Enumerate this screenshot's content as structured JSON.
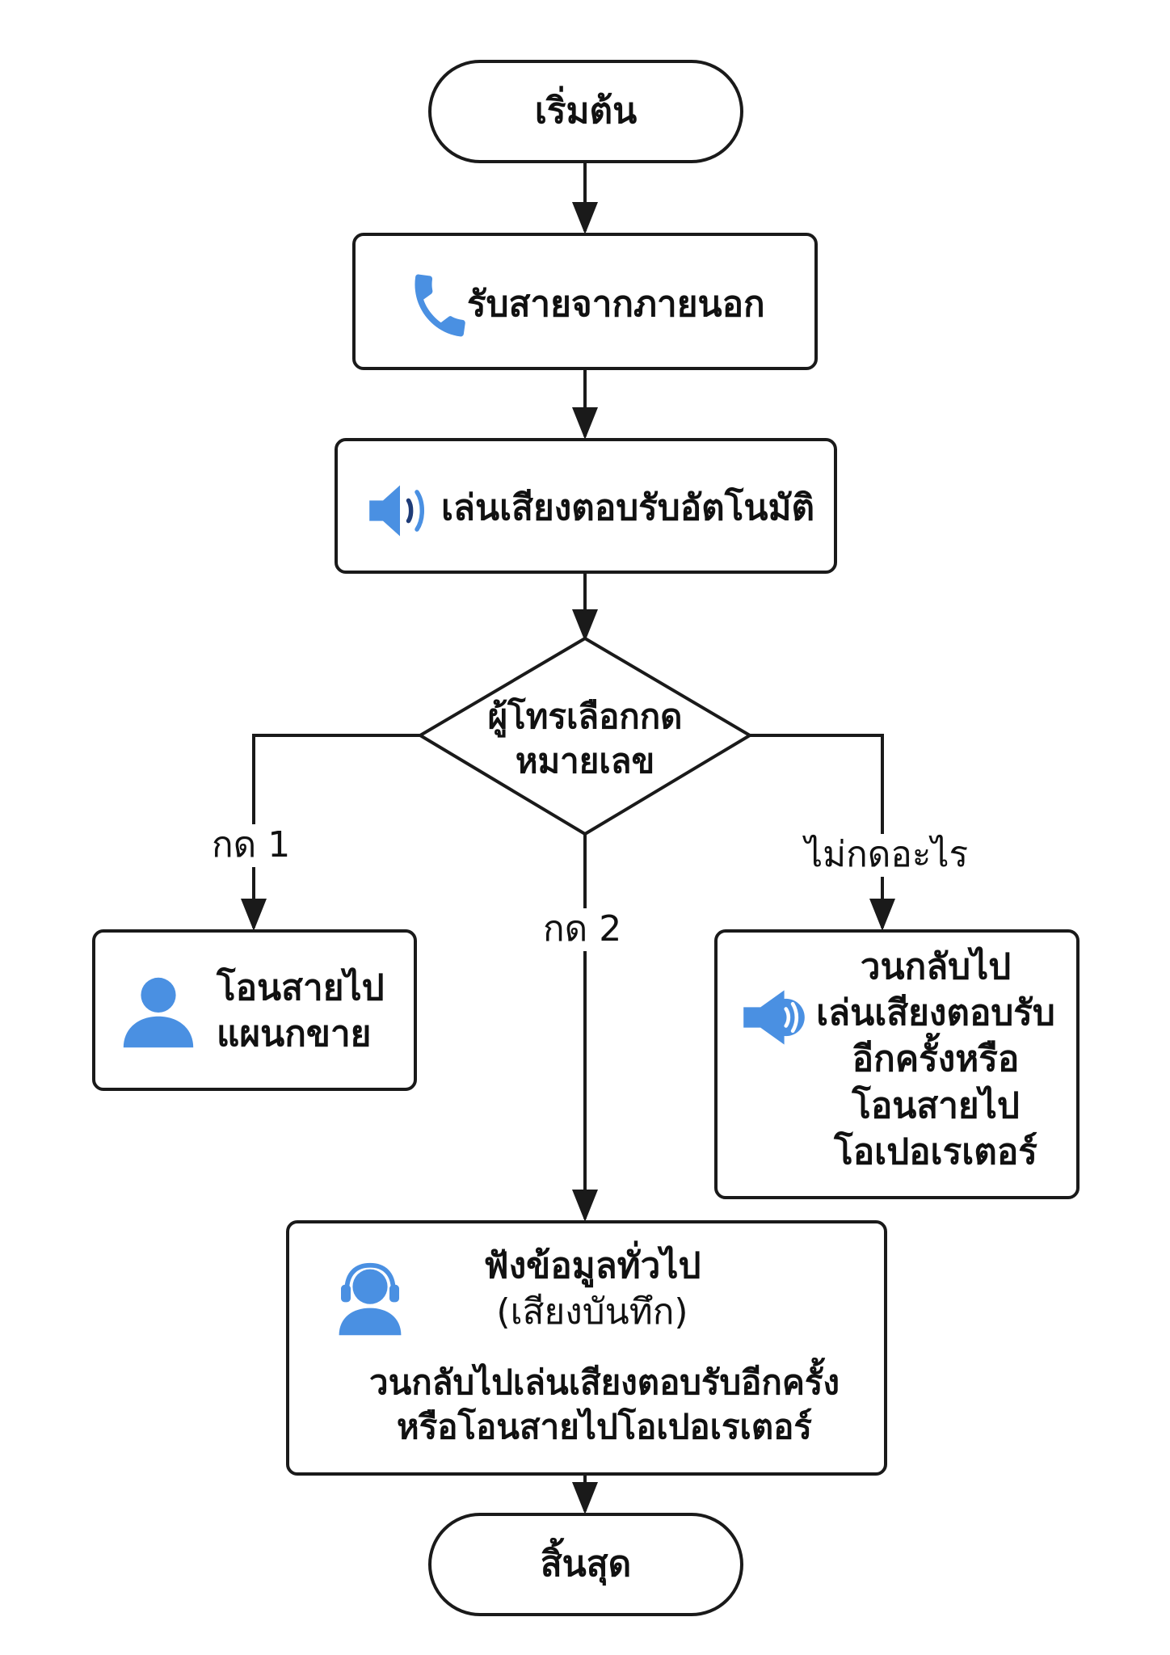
{
  "nodes": {
    "start": "เริ่มต้น",
    "receive_call": "รับสายจากภายนอก",
    "play_greeting": "เล่นเสียงตอบรับอัตโนมัติ",
    "decision": [
      "ผู้โทรเลือกกด",
      "หมายเลข"
    ],
    "transfer_sales": [
      "โอนสายไป",
      "แผนกขาย"
    ],
    "loop_or_operator": [
      "วนกลับไป",
      "เล่นเสียงตอบรับ",
      "อีกครั้งหรือ",
      "โอนสายไป",
      "โอเปอเรเตอร์"
    ],
    "general_info_title": [
      "ฟังข้อมูลทั่วไป",
      "(เสียงบันทึก)"
    ],
    "general_info_body": [
      "วนกลับไปเล่นเสียงตอบรับอีกครั้ง",
      "หรือโอนสายไปโอเปอเรเตอร์"
    ],
    "end": "สิ้นสุด"
  },
  "edges": {
    "press_1": "กด 1",
    "press_2": "กด 2",
    "press_nothing": "ไม่กดอะไร"
  },
  "icons": {
    "receive_call": "phone-icon",
    "play_greeting": "speaker-icon",
    "transfer_sales": "person-icon",
    "loop_or_operator": "speaker-icon",
    "general_info": "headset-person-icon"
  },
  "colors": {
    "icon": "#4a90e2",
    "stroke": "#1a1a1a"
  }
}
